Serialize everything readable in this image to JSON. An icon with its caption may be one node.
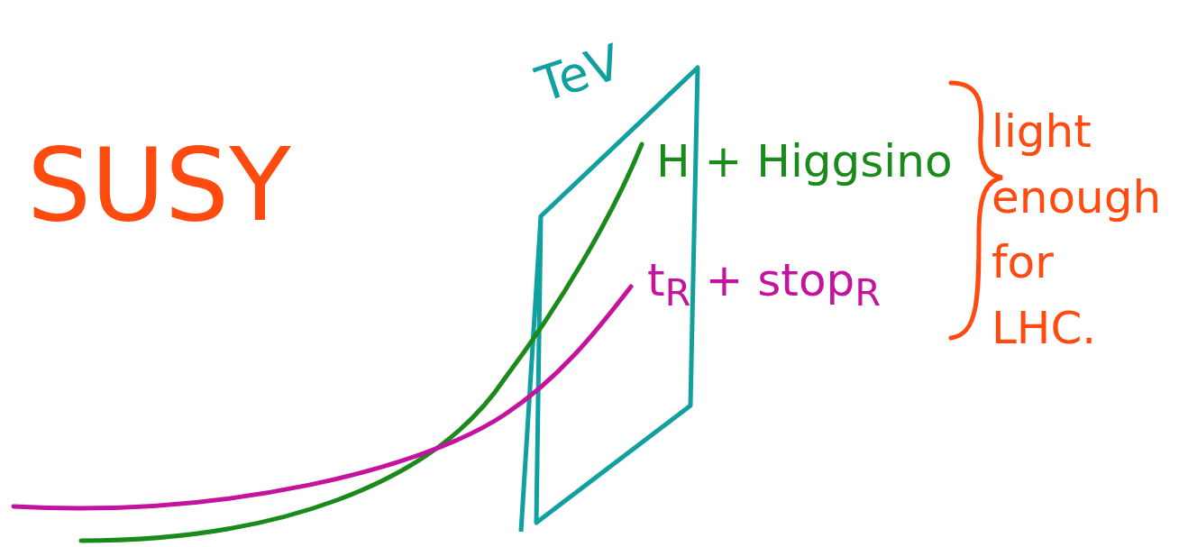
{
  "diagram": {
    "labels": [
      "SUSY",
      "TeV",
      "H + Higgsino",
      "t$_{R}$ + stop$_{R}$",
      "light enough for LHC."
    ]
  }
}
